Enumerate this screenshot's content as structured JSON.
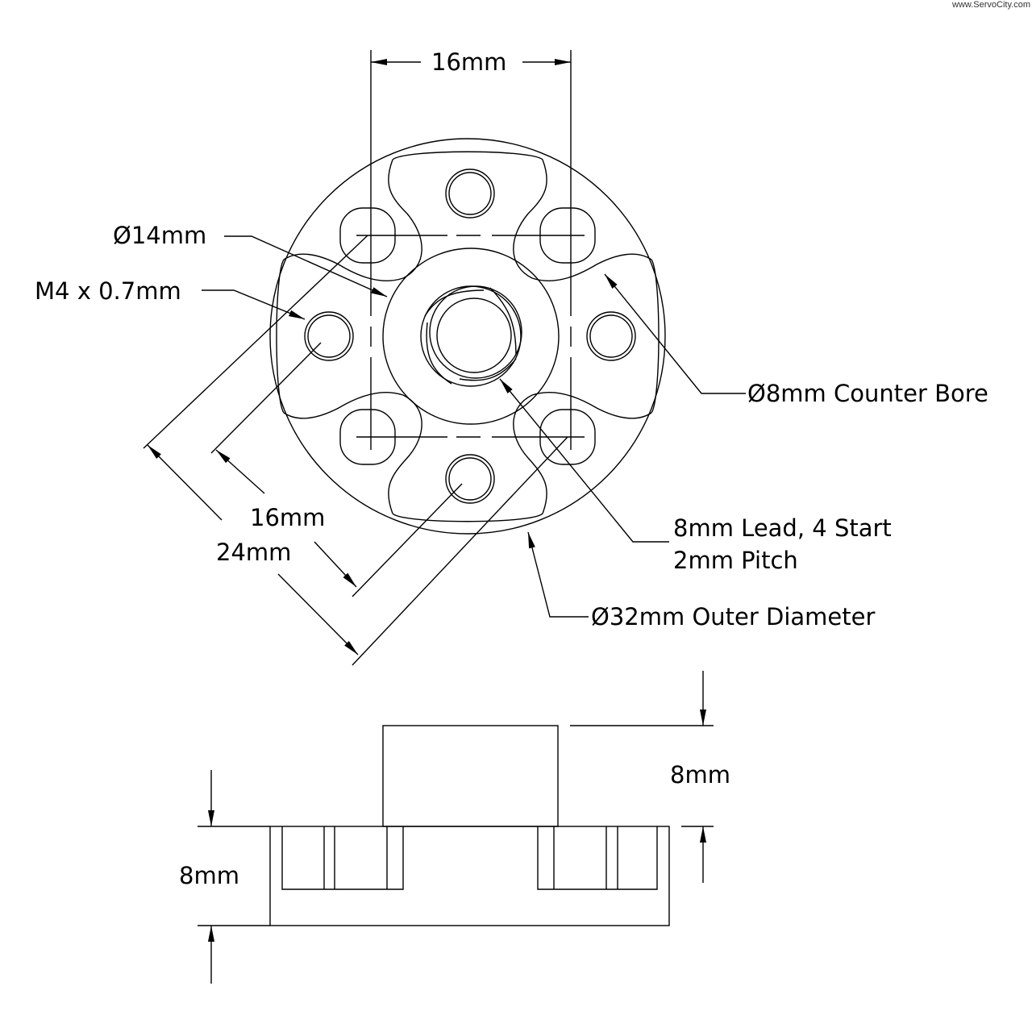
{
  "watermark": "www.ServoCity.com",
  "top_view": {
    "dim_width": "16mm",
    "counterbore_inner_diameter": "Ø14mm",
    "thread_tapped": "M4 x 0.7mm",
    "counter_bore": "Ø8mm Counter Bore",
    "lead_line1": "8mm Lead, 4 Start",
    "lead_line2": "2mm Pitch",
    "outer_diameter": "Ø32mm Outer Diameter",
    "diag_inner": "16mm",
    "diag_outer": "24mm"
  },
  "side_view": {
    "boss_height": "8mm",
    "flange_height": "8mm"
  }
}
